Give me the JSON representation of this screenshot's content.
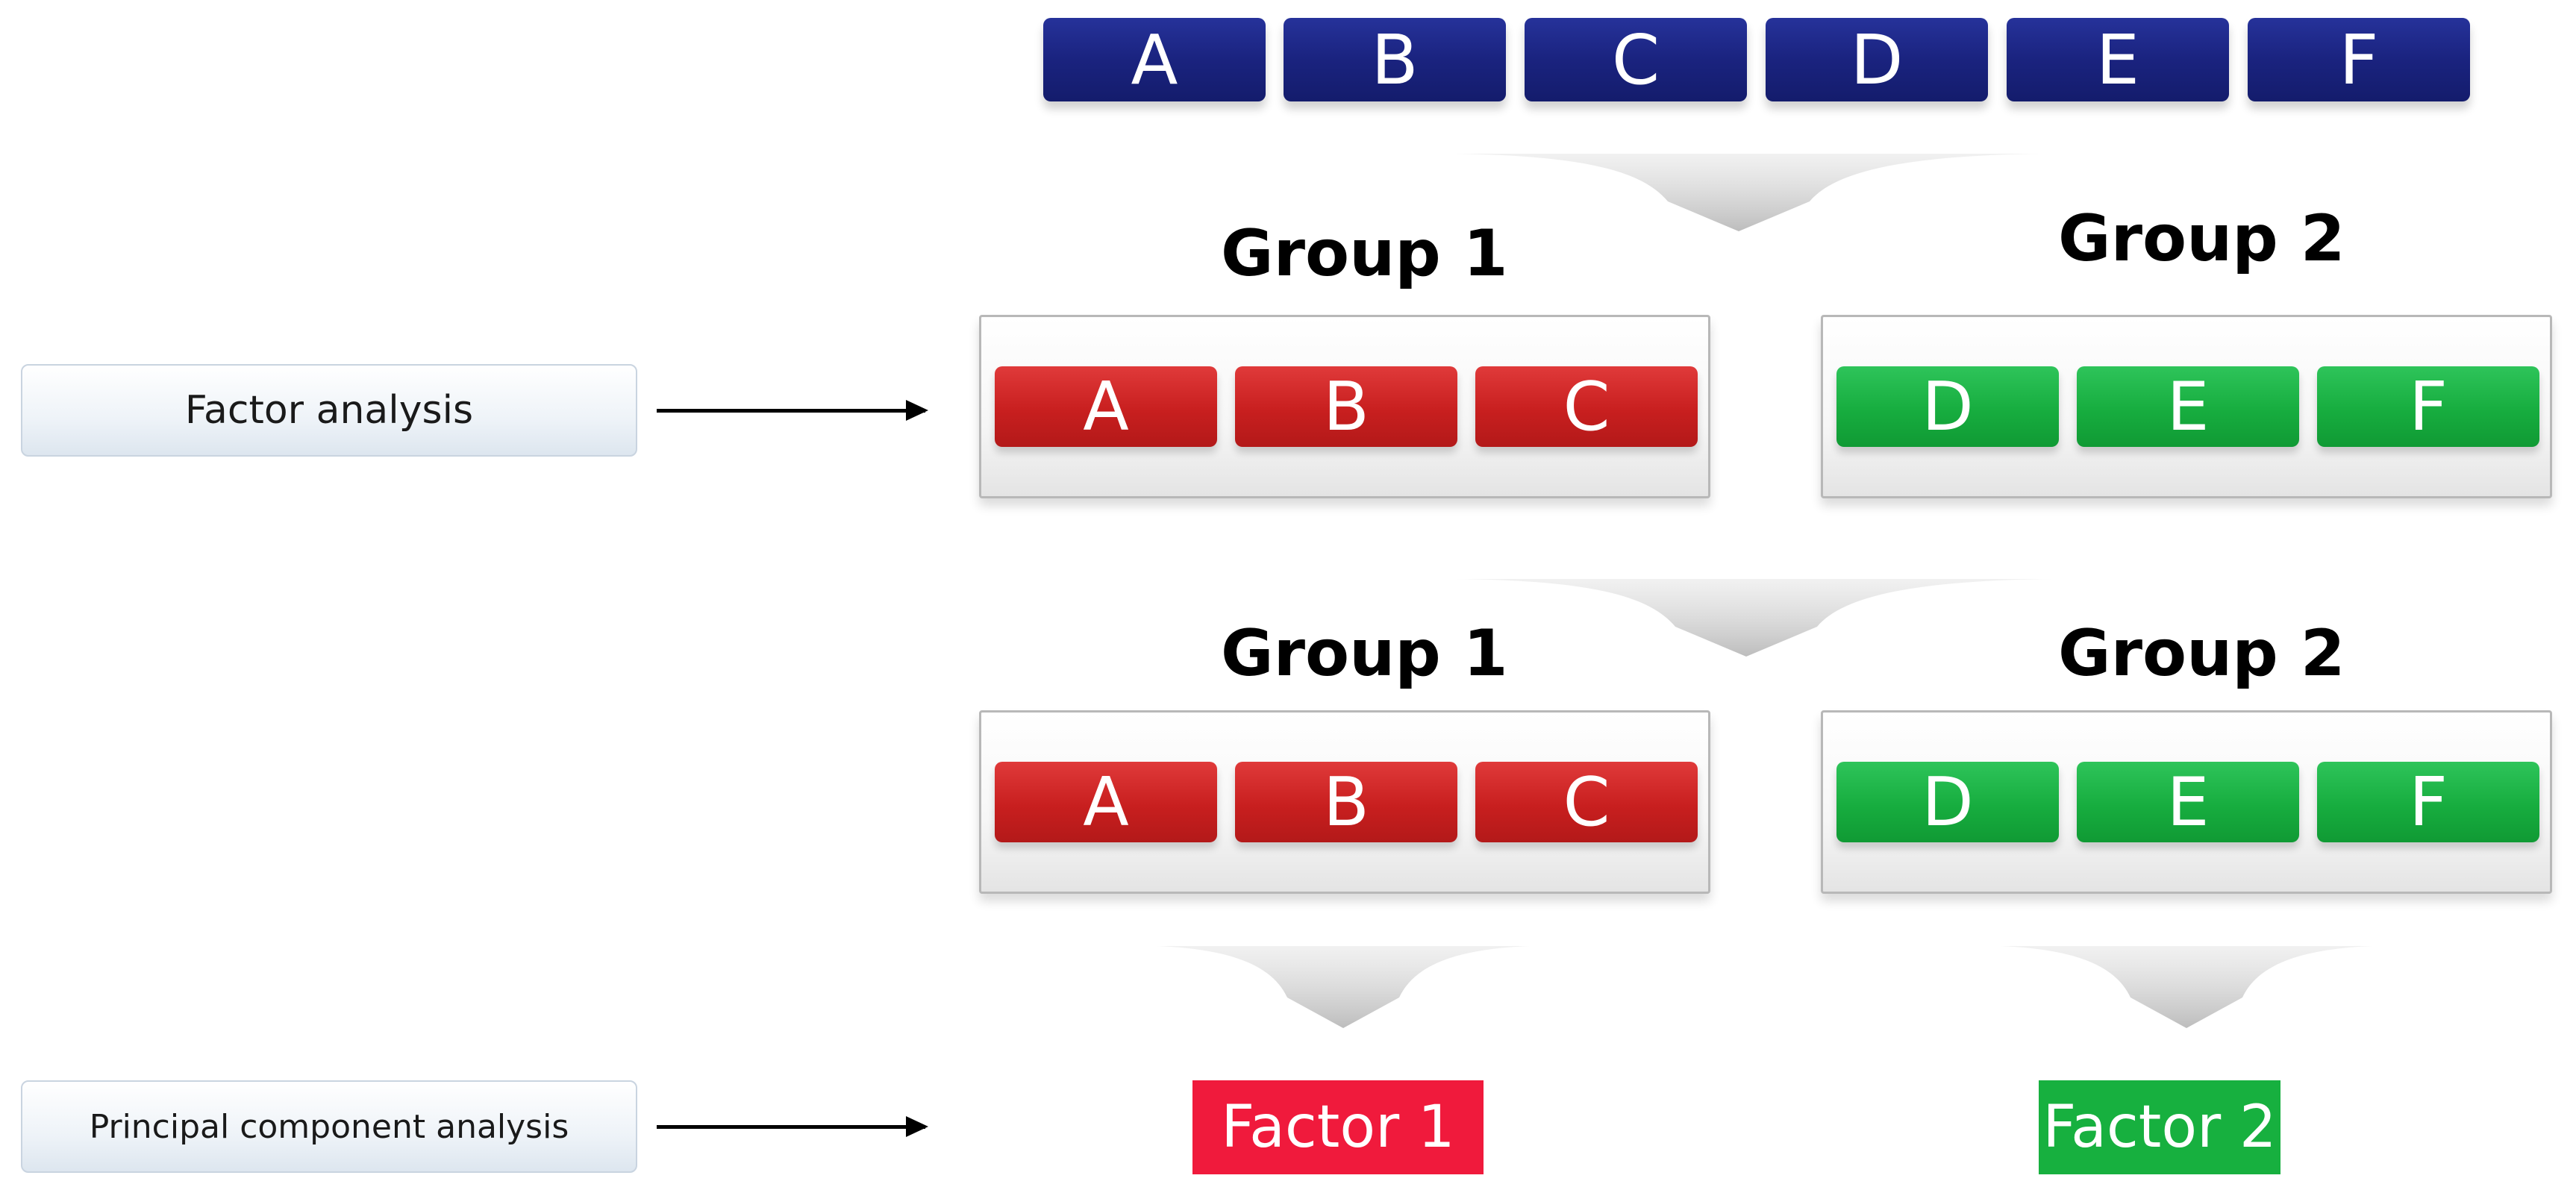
{
  "variables": [
    "A",
    "B",
    "C",
    "D",
    "E",
    "F"
  ],
  "stage1": {
    "group1": {
      "title": "Group 1",
      "items": [
        "A",
        "B",
        "C"
      ]
    },
    "group2": {
      "title": "Group 2",
      "items": [
        "D",
        "E",
        "F"
      ]
    }
  },
  "stage2": {
    "group1": {
      "title": "Group 1",
      "items": [
        "A",
        "B",
        "C"
      ]
    },
    "group2": {
      "title": "Group 2",
      "items": [
        "D",
        "E",
        "F"
      ]
    }
  },
  "labels": {
    "factor_analysis": "Factor analysis",
    "pca": "Principal component analysis"
  },
  "factors": {
    "factor1": "Factor 1",
    "factor2": "Factor 2"
  },
  "colors": {
    "variables": "#1a237f",
    "group1": "#c81f1f",
    "group2": "#17ad3f",
    "factor1": "#f01a3c",
    "factor2": "#17b03f",
    "funnel": "#c9c9c9"
  }
}
